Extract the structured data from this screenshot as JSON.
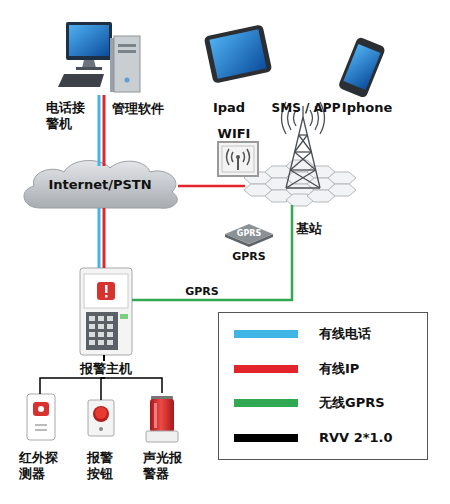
{
  "diagram": {
    "nodes": [
      {
        "text": [
          "电话接警机",
          "管理软件"
        ]
      },
      {
        "text": [
          "Ipad"
        ]
      },
      {
        "text": [
          "Iphone"
        ]
      },
      {
        "text": [
          "WIFI"
        ]
      },
      {
        "text": [
          "Internet/PSTN"
        ]
      },
      {
        "text": [
          "基站"
        ]
      },
      {
        "text": [
          "GPRS",
          "GPRS"
        ]
      },
      {
        "text": [
          "报警主机"
        ]
      },
      {
        "text": [
          "红外探测器"
        ]
      },
      {
        "text": [
          "报警按钮"
        ]
      },
      {
        "text": [
          "声光报警器"
        ]
      }
    ],
    "edges": [
      {
        "from": 0,
        "to": 4,
        "arrow": "none"
      },
      {
        "from": 0,
        "to": 4,
        "arrow": "none"
      },
      {
        "from": 4,
        "to": 7,
        "arrow": "none"
      },
      {
        "from": 4,
        "to": 7,
        "arrow": "none"
      },
      {
        "from": 4,
        "to": 5,
        "arrow": "none"
      },
      {
        "from": 7,
        "to": 5,
        "label": "GPRS",
        "arrow": "none"
      },
      {
        "from": 7,
        "to": 8,
        "arrow": "none"
      },
      {
        "from": 7,
        "to": 9,
        "arrow": "none"
      },
      {
        "from": 7,
        "to": 10,
        "arrow": "none"
      }
    ],
    "labels": [
      "SMS / APP"
    ],
    "legend": [
      {
        "text": "有线电话",
        "color": "#3fb6e6"
      },
      {
        "text": "有线IP",
        "color": "#e3242b"
      },
      {
        "text": "无线GPRS",
        "color": "#31a852"
      },
      {
        "text": "RVV 2*1.0",
        "color": "#000000"
      }
    ]
  }
}
